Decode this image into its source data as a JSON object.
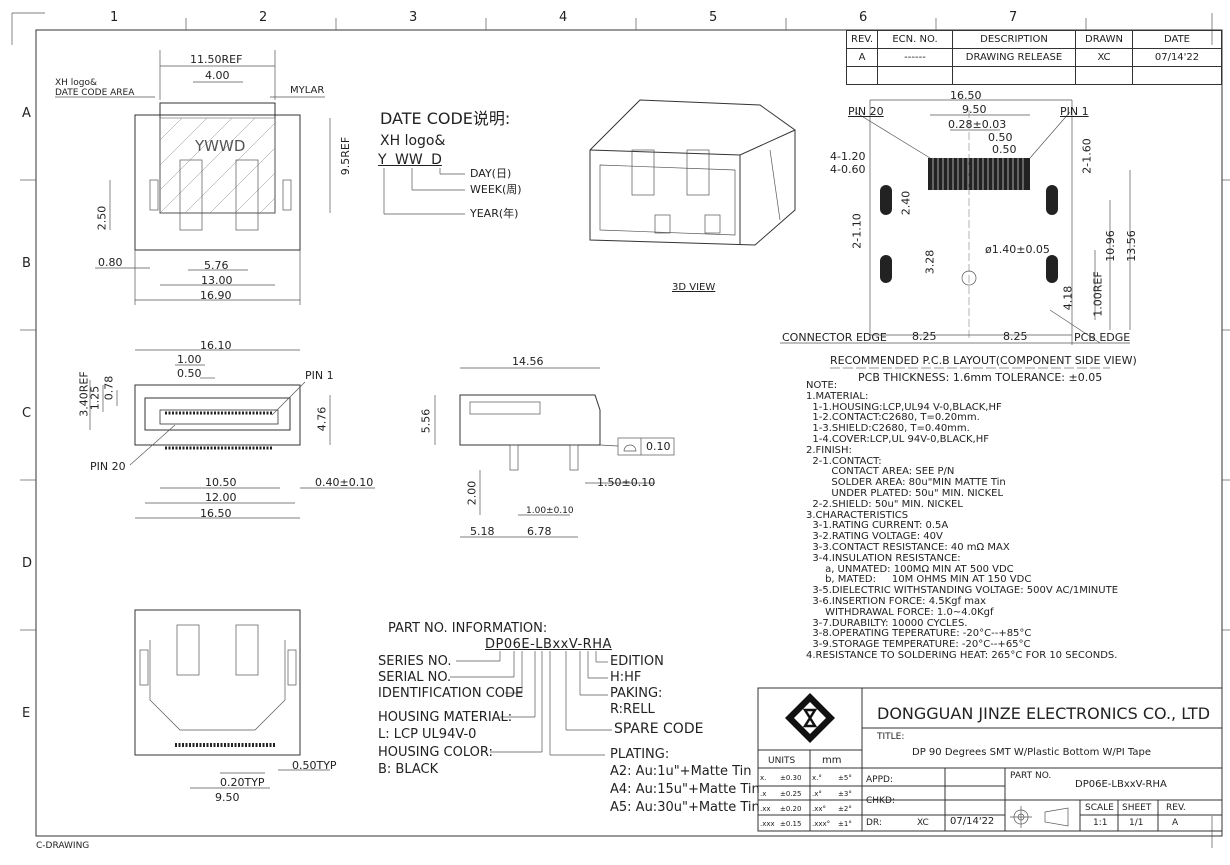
{
  "grid": {
    "columns": [
      "1",
      "2",
      "3",
      "4",
      "5",
      "6",
      "7"
    ],
    "rows": [
      "A",
      "B",
      "C",
      "D",
      "E"
    ]
  },
  "revision_table": {
    "headers": [
      "REV.",
      "ECN. NO.",
      "DESCRIPTION",
      "DRAWN",
      "DATE"
    ],
    "row": [
      "A",
      "------",
      "DRAWING RELEASE",
      "XC",
      "07/14'22"
    ]
  },
  "top_view": {
    "labels": [
      "XH logo&",
      "DATE CODE AREA",
      "MYLAR"
    ],
    "dims": [
      "11.50REF",
      "4.00",
      "9.5REF",
      "2.50",
      "0.80",
      "5.76",
      "13.00",
      "16.90"
    ],
    "logo_text": "YWWD"
  },
  "date_code": {
    "title": "DATE CODE说明:",
    "line1": "XH logo&",
    "code": "Y WW D",
    "day": "DAY(日)",
    "week": "WEEK(周)",
    "year": "YEAR(年)"
  },
  "view3d": {
    "label": "3D VIEW"
  },
  "front_view": {
    "dims": [
      "16.10",
      "1.00",
      "0.50",
      "3.40REF",
      "1.25",
      "0.78",
      "4.76",
      "10.50",
      "12.00",
      "16.50",
      "0.40±0.10"
    ],
    "pin1": "PIN 1",
    "pin20": "PIN 20"
  },
  "side_view": {
    "dims": [
      "14.56",
      "5.56",
      "2.00",
      "1.00±0.10",
      "5.18",
      "6.78",
      "1.50±0.10"
    ],
    "flatness": "0.10"
  },
  "pcb_layout": {
    "dims": [
      "16.50",
      "9.50",
      "0.28±0.03",
      "0.50",
      "0.50",
      "4-1.20",
      "4-0.60",
      "2-1.60",
      "2.40",
      "2-1.10",
      "3.28",
      "ø1.40±0.05",
      "10.96",
      "13.56",
      "1.00REF",
      "4.18",
      "8.25",
      "8.25"
    ],
    "pin20": "PIN 20",
    "pin1": "PIN 1",
    "connector_edge": "CONNECTOR EDGE",
    "pcb_edge": "PCB EDGE",
    "title": "RECOMMENDED P.C.B LAYOUT(COMPONENT SIDE VIEW)",
    "thickness": "PCB THICKNESS: 1.6mm TOLERANCE: ±0.05"
  },
  "notes": "NOTE:\n1.MATERIAL:\n  1-1.HOUSING:LCP,UL94 V-0,BLACK,HF\n  1-2.CONTACT:C2680, T=0.20mm.\n  1-3.SHIELD:C2680, T=0.40mm.\n  1-4.COVER:LCP,UL 94V-0,BLACK,HF\n2.FINISH:\n  2-1.CONTACT:\n        CONTACT AREA: SEE P/N\n        SOLDER AREA: 80u\"MIN MATTE Tin\n        UNDER PLATED: 50u\" MIN. NICKEL\n  2-2.SHIELD: 50u\" MIN. NICKEL\n3.CHARACTERISTICS\n  3-1.RATING CURRENT: 0.5A\n  3-2.RATING VOLTAGE: 40V\n  3-3.CONTACT RESISTANCE: 40 mΩ MAX\n  3-4.INSULATION RESISTANCE:\n      a, UNMATED: 100MΩ MIN AT 500 VDC\n      b, MATED:     10M OHMS MIN AT 150 VDC\n  3-5.DIELECTRIC WITHSTANDING VOLTAGE: 500V AC/1MINUTE\n  3-6.INSERTION FORCE: 4.5Kgf max\n      WITHDRAWAL FORCE: 1.0~4.0Kgf\n  3-7.DURABILTY: 10000 CYCLES.\n  3-8.OPERATING TEPERATURE: -20°C--+85°C\n  3-9.STORAGE TEMPERATURE: -20°C--+65°C\n4.RESISTANCE TO SOLDERING HEAT: 265°C FOR 10 SECONDS.",
  "part_info": {
    "title": "PART NO. INFORMATION:",
    "part": "DP06E-LBxxV-RHA",
    "series": "SERIES NO.",
    "serial": "SERIAL NO.",
    "ident": "IDENTIFICATION CODE",
    "housing_material": "HOUSING MATERIAL:",
    "housing_material_val": "L: LCP UL94V-0",
    "housing_color": "HOUSING COLOR:",
    "housing_color_val": "B: BLACK",
    "edition": "EDITION",
    "edition_val": "H:HF",
    "paking": "PAKING:",
    "paking_val": "R:RELL",
    "spare": "SPARE CODE",
    "plating": "PLATING:",
    "plating_a2": "A2: Au:1u\"+Matte Tin",
    "plating_a4": "A4: Au:15u\"+Matte Tin",
    "plating_a5": "A5: Au:30u\"+Matte Tin"
  },
  "bottom_view": {
    "dims": [
      "0.20TYP",
      "9.50",
      "0.50TYP"
    ]
  },
  "title_block": {
    "company": "DONGGUAN JINZE ELECTRONICS CO., LTD",
    "title_label": "TITLE:",
    "title": "DP 90 Degrees SMT W/Plastic Bottom W/PI Tape",
    "units": "UNITS",
    "mm": "mm",
    "tol": [
      [
        "x.",
        "±0.30",
        "x.°",
        "±5°"
      ],
      [
        ".x",
        "±0.25",
        ".x°",
        "±3°"
      ],
      [
        ".xx",
        "±0.20",
        ".xx°",
        "±2°"
      ],
      [
        ".xxx",
        "±0.15",
        ".xxx°",
        "±1°"
      ]
    ],
    "appd": "APPD:",
    "chkd": "CHKD:",
    "dr": "DR:",
    "dr_val": "XC",
    "date": "07/14'22",
    "partno_label": "PART NO.",
    "partno": "DP06E-LBxxV-RHA",
    "scale": "SCALE",
    "sheet": "SHEET",
    "rev": "REV.",
    "scale_val": "1:1",
    "sheet_val": "1/1",
    "rev_val": "A"
  },
  "footer": "C-DRAWING"
}
